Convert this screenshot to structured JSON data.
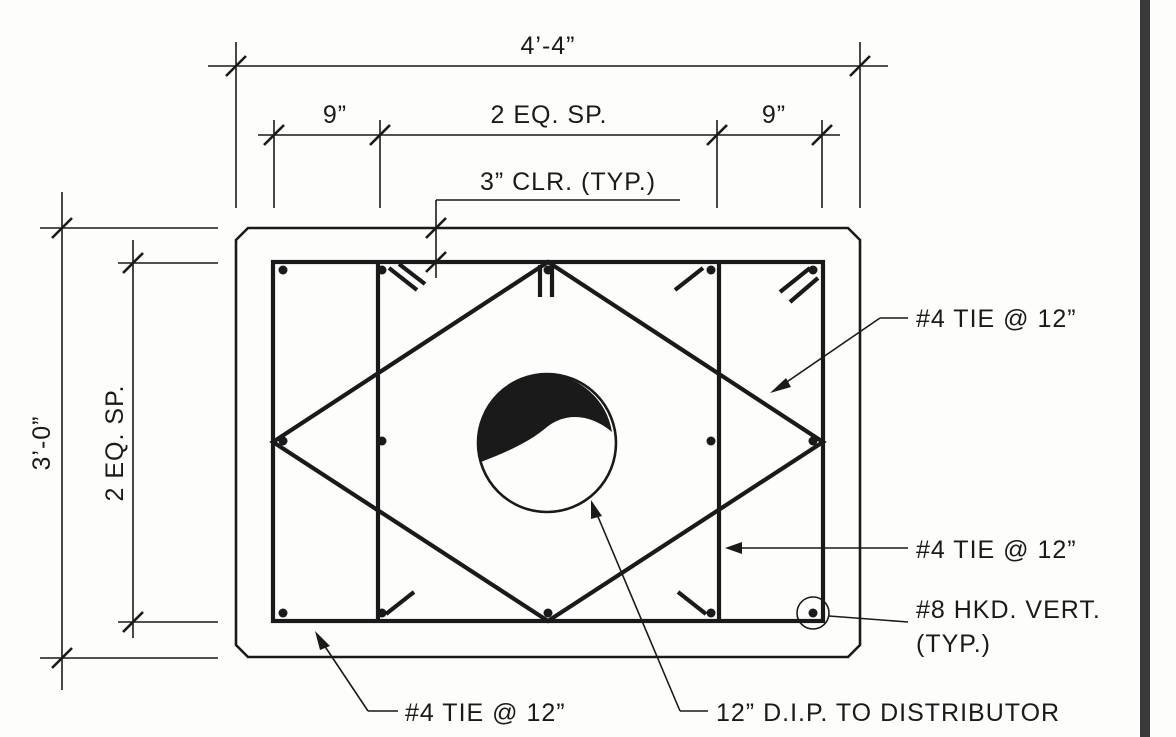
{
  "dimensions": {
    "overall_width": "4’-4”",
    "left_edge": "9”",
    "middle_spacing": "2 EQ. SP.",
    "right_edge": "9”",
    "clearance": "3” CLR. (TYP.)",
    "overall_height": "3’-0”",
    "vertical_spacing": "2 EQ. SP."
  },
  "callouts": {
    "tie_upper": "#4 TIE @ 12”",
    "tie_middle": "#4 TIE @ 12”",
    "vertical_bar_line1": "#8 HKD. VERT.",
    "vertical_bar_line2": "(TYP.)",
    "tie_bottom": "#4 TIE @ 12”",
    "pipe": "12” D.I.P. TO DISTRIBUTOR"
  },
  "colors": {
    "ink": "#1a1a1a",
    "paper": "#fdfdfb",
    "margin_bar": "#3a3a3a"
  }
}
